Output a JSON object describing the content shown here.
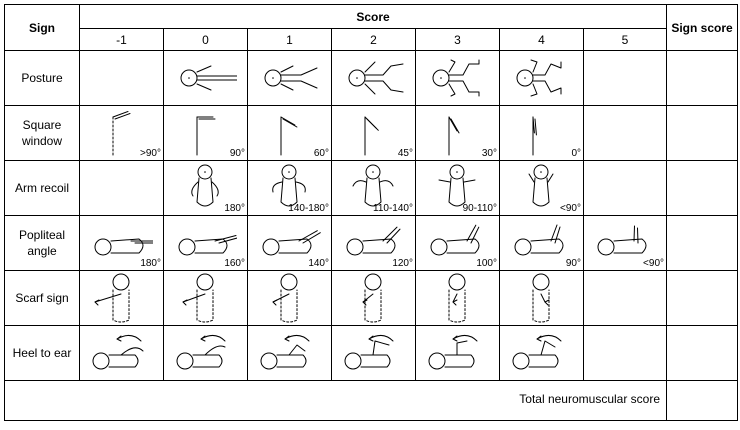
{
  "header": {
    "sign": "Sign",
    "score": "Score",
    "sign_score": "Sign score",
    "columns": [
      "-1",
      "0",
      "1",
      "2",
      "3",
      "4",
      "5"
    ]
  },
  "signs": [
    {
      "label": "Posture",
      "labels": [
        "",
        "",
        "",
        "",
        "",
        "",
        ""
      ],
      "icons": [
        "",
        "posture-0-icon",
        "posture-1-icon",
        "posture-2-icon",
        "posture-3-icon",
        "posture-4-icon",
        ""
      ]
    },
    {
      "label": "Square window",
      "labels": [
        ">90°",
        "90°",
        "60°",
        "45°",
        "30°",
        "0°",
        ""
      ],
      "icons": [
        "square-window-minus1-icon",
        "square-window-0-icon",
        "square-window-1-icon",
        "square-window-2-icon",
        "square-window-3-icon",
        "square-window-4-icon",
        ""
      ]
    },
    {
      "label": "Arm recoil",
      "labels": [
        "",
        "180°",
        "140-180°",
        "110-140°",
        "90-110°",
        "<90°",
        ""
      ],
      "icons": [
        "",
        "arm-recoil-0-icon",
        "arm-recoil-1-icon",
        "arm-recoil-2-icon",
        "arm-recoil-3-icon",
        "arm-recoil-4-icon",
        ""
      ]
    },
    {
      "label": "Popliteal angle",
      "labels": [
        "180°",
        "160°",
        "140°",
        "120°",
        "100°",
        "90°",
        "<90°"
      ],
      "icons": [
        "popliteal-minus1-icon",
        "popliteal-0-icon",
        "popliteal-1-icon",
        "popliteal-2-icon",
        "popliteal-3-icon",
        "popliteal-4-icon",
        "popliteal-5-icon"
      ]
    },
    {
      "label": "Scarf sign",
      "labels": [
        "",
        "",
        "",
        "",
        "",
        "",
        ""
      ],
      "icons": [
        "scarf-minus1-icon",
        "scarf-0-icon",
        "scarf-1-icon",
        "scarf-2-icon",
        "scarf-3-icon",
        "scarf-4-icon",
        ""
      ]
    },
    {
      "label": "Heel to ear",
      "labels": [
        "",
        "",
        "",
        "",
        "",
        "",
        ""
      ],
      "icons": [
        "heel-ear-minus1-icon",
        "heel-ear-0-icon",
        "heel-ear-1-icon",
        "heel-ear-2-icon",
        "heel-ear-3-icon",
        "heel-ear-4-icon",
        ""
      ]
    }
  ],
  "footer": {
    "total_label": "Total neuromuscular score"
  }
}
